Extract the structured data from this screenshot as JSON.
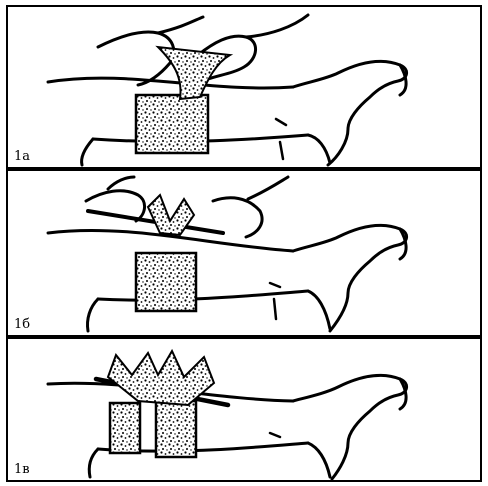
{
  "panels": [
    {
      "label": "1a"
    },
    {
      "label": "1б"
    },
    {
      "label": "1в"
    }
  ],
  "icons": {
    "arm": "limb-icon",
    "bandage": "speckled-bandage-icon",
    "stick": "twist-stick-icon",
    "hands": "helper-hands-icon"
  },
  "colors": {
    "ink": "#000000",
    "paper": "#ffffff"
  }
}
